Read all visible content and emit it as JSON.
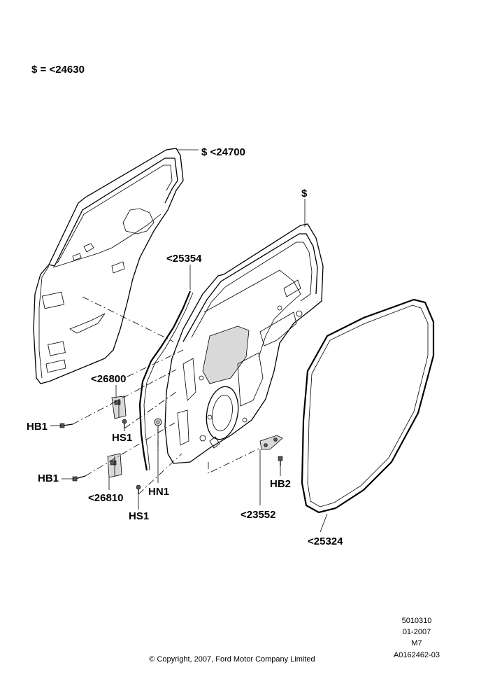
{
  "legend": {
    "text": "$ = <24630"
  },
  "callouts": {
    "outer_panel": "$ <24700",
    "inner_panel": "$",
    "weatherstrip_upper": "<25354",
    "hinge_upper": "<26800",
    "hinge_lower": "<26810",
    "bolt_upper": "HB1",
    "bolt_lower": "HB1",
    "screw_upper": "HS1",
    "screw_lower": "HS1",
    "nut": "HN1",
    "striker": "<23552",
    "striker_bolt": "HB2",
    "door_seal": "<25324"
  },
  "footer": {
    "code1": "5010310",
    "date": "01-2007",
    "code2": "M7",
    "code3": "A0162462-03",
    "copyright": "© Copyright, 2007, Ford Motor Company Limited"
  }
}
